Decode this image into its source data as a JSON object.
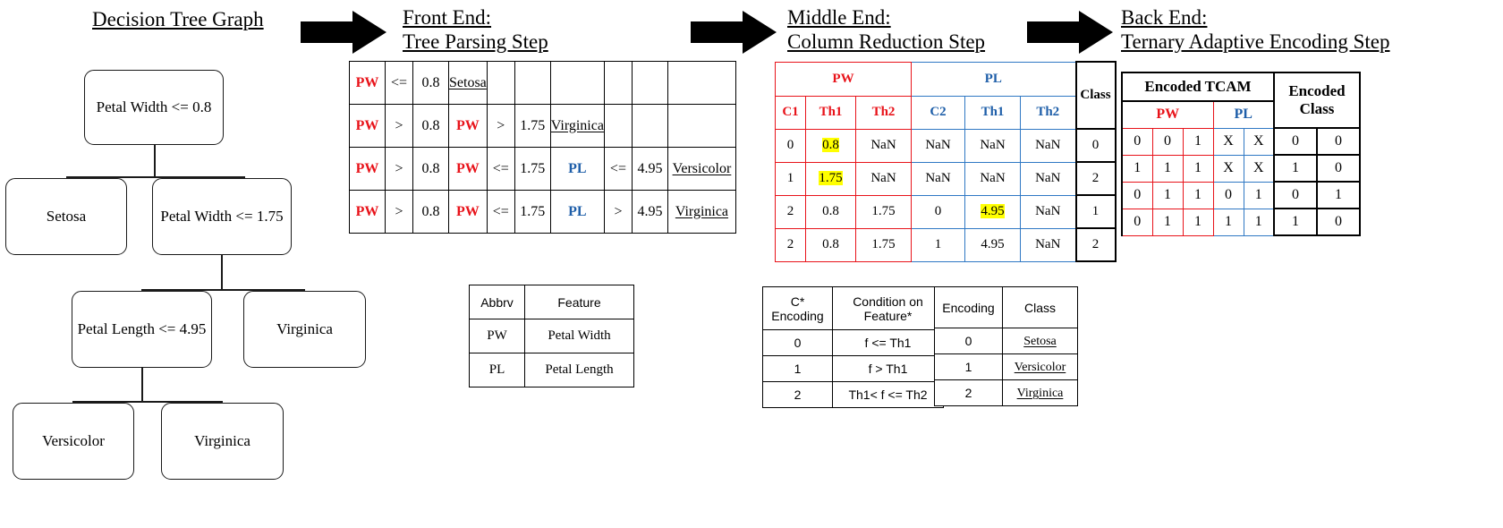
{
  "sections": {
    "tree": {
      "title_line1": "Decision Tree Graph",
      "title_line2": ""
    },
    "front": {
      "title_line1": "Front End:",
      "title_line2": "Tree Parsing Step"
    },
    "middle": {
      "title_line1": "Middle End:",
      "title_line2": "Column Reduction Step"
    },
    "back": {
      "title_line1": "Back End:",
      "title_line2": "Ternary Adaptive Encoding Step"
    }
  },
  "colors": {
    "red": "#e8131a",
    "blue": "#1f5fa9",
    "blue_border": "#2f78c4",
    "highlight": "#ffff00",
    "ink": "#000000"
  },
  "tree": {
    "nodes": [
      {
        "id": "root",
        "label": "Petal Width <= 0.8"
      },
      {
        "id": "leaf_setosa",
        "label": "Setosa"
      },
      {
        "id": "pw175",
        "label": "Petal Width <= 1.75"
      },
      {
        "id": "pl495",
        "label": "Petal Length <= 4.95"
      },
      {
        "id": "leaf_virginica_1",
        "label": "Virginica"
      },
      {
        "id": "leaf_versicolor",
        "label": "Versicolor"
      },
      {
        "id": "leaf_virginica_2",
        "label": "Virginica"
      }
    ]
  },
  "front_table": {
    "columns": 10,
    "rows": [
      {
        "cells": [
          {
            "text": "PW",
            "style": "red"
          },
          {
            "text": "<=",
            "style": "plain"
          },
          {
            "text": "0.8",
            "style": "plain"
          },
          {
            "text": "Setosa",
            "style": "uline"
          },
          {
            "text": "",
            "style": "plain"
          },
          {
            "text": "",
            "style": "plain"
          },
          {
            "text": "",
            "style": "plain"
          },
          {
            "text": "",
            "style": "plain"
          },
          {
            "text": "",
            "style": "plain"
          },
          {
            "text": "",
            "style": "plain"
          }
        ]
      },
      {
        "cells": [
          {
            "text": "PW",
            "style": "red"
          },
          {
            "text": ">",
            "style": "plain"
          },
          {
            "text": "0.8",
            "style": "plain"
          },
          {
            "text": "PW",
            "style": "red"
          },
          {
            "text": ">",
            "style": "plain"
          },
          {
            "text": "1.75",
            "style": "plain"
          },
          {
            "text": "Virginica",
            "style": "uline"
          },
          {
            "text": "",
            "style": "plain"
          },
          {
            "text": "",
            "style": "plain"
          },
          {
            "text": "",
            "style": "plain"
          }
        ]
      },
      {
        "cells": [
          {
            "text": "PW",
            "style": "red"
          },
          {
            "text": ">",
            "style": "plain"
          },
          {
            "text": "0.8",
            "style": "plain"
          },
          {
            "text": "PW",
            "style": "red"
          },
          {
            "text": "<=",
            "style": "plain"
          },
          {
            "text": "1.75",
            "style": "plain"
          },
          {
            "text": "PL",
            "style": "blue"
          },
          {
            "text": "<=",
            "style": "plain"
          },
          {
            "text": "4.95",
            "style": "plain"
          },
          {
            "text": "Versicolor",
            "style": "uline"
          }
        ]
      },
      {
        "cells": [
          {
            "text": "PW",
            "style": "red"
          },
          {
            "text": ">",
            "style": "plain"
          },
          {
            "text": "0.8",
            "style": "plain"
          },
          {
            "text": "PW",
            "style": "red"
          },
          {
            "text": "<=",
            "style": "plain"
          },
          {
            "text": "1.75",
            "style": "plain"
          },
          {
            "text": "PL",
            "style": "blue"
          },
          {
            "text": ">",
            "style": "plain"
          },
          {
            "text": "4.95",
            "style": "plain"
          },
          {
            "text": "Virginica",
            "style": "uline"
          }
        ]
      }
    ]
  },
  "abbrv_table": {
    "headers": [
      "Abbrv",
      "Feature"
    ],
    "rows": [
      [
        "PW",
        "Petal Width"
      ],
      [
        "PL",
        "Petal Length"
      ]
    ]
  },
  "middle_table": {
    "group_headers": [
      {
        "label": "PW",
        "span": 3,
        "color": "red"
      },
      {
        "label": "PL",
        "span": 3,
        "color": "blue"
      }
    ],
    "class_header": "Class",
    "sub_headers": [
      {
        "label": "C1",
        "color": "red"
      },
      {
        "label": "Th1",
        "color": "red"
      },
      {
        "label": "Th2",
        "color": "red"
      },
      {
        "label": "C2",
        "color": "blue"
      },
      {
        "label": "Th1",
        "color": "blue"
      },
      {
        "label": "Th2",
        "color": "blue"
      }
    ],
    "rows": [
      {
        "values": [
          "0",
          "0.8",
          "NaN",
          "NaN",
          "NaN",
          "NaN"
        ],
        "highlight": [
          false,
          true,
          false,
          false,
          false,
          false
        ],
        "class": "0"
      },
      {
        "values": [
          "1",
          "1.75",
          "NaN",
          "NaN",
          "NaN",
          "NaN"
        ],
        "highlight": [
          false,
          true,
          false,
          false,
          false,
          false
        ],
        "class": "2"
      },
      {
        "values": [
          "2",
          "0.8",
          "1.75",
          "0",
          "4.95",
          "NaN"
        ],
        "highlight": [
          false,
          false,
          false,
          false,
          true,
          false
        ],
        "class": "1"
      },
      {
        "values": [
          "2",
          "0.8",
          "1.75",
          "1",
          "4.95",
          "NaN"
        ],
        "highlight": [
          false,
          false,
          false,
          false,
          false,
          false
        ],
        "class": "2"
      }
    ]
  },
  "back_table": {
    "title_tcam": "Encoded TCAM",
    "title_class_line1": "Encoded",
    "title_class_line2": "Class",
    "group_headers": [
      {
        "label": "PW",
        "span": 3,
        "color": "red"
      },
      {
        "label": "PL",
        "span": 2,
        "color": "blue"
      }
    ],
    "rows": [
      {
        "pw": [
          "0",
          "0",
          "1"
        ],
        "pl": [
          "X",
          "X"
        ],
        "enc_class": [
          "0",
          "0"
        ]
      },
      {
        "pw": [
          "1",
          "1",
          "1"
        ],
        "pl": [
          "X",
          "X"
        ],
        "enc_class": [
          "1",
          "0"
        ]
      },
      {
        "pw": [
          "0",
          "1",
          "1"
        ],
        "pl": [
          "0",
          "1"
        ],
        "enc_class": [
          "0",
          "1"
        ]
      },
      {
        "pw": [
          "0",
          "1",
          "1"
        ],
        "pl": [
          "1",
          "1"
        ],
        "enc_class": [
          "1",
          "0"
        ]
      }
    ]
  },
  "cond_legend": {
    "headers": [
      "C*\nEncoding",
      "Condition on\nFeature*"
    ],
    "header1_line1": "C*",
    "header1_line2": "Encoding",
    "header2_line1": "Condition on",
    "header2_line2": "Feature*",
    "rows": [
      [
        "0",
        "f <= Th1"
      ],
      [
        "1",
        "f > Th1"
      ],
      [
        "2",
        "Th1< f <= Th2"
      ]
    ]
  },
  "class_legend": {
    "headers": [
      "Encoding",
      "Class"
    ],
    "rows": [
      {
        "encoding": "0",
        "class": "Setosa"
      },
      {
        "encoding": "1",
        "class": "Versicolor"
      },
      {
        "encoding": "2",
        "class": "Virginica"
      }
    ]
  }
}
